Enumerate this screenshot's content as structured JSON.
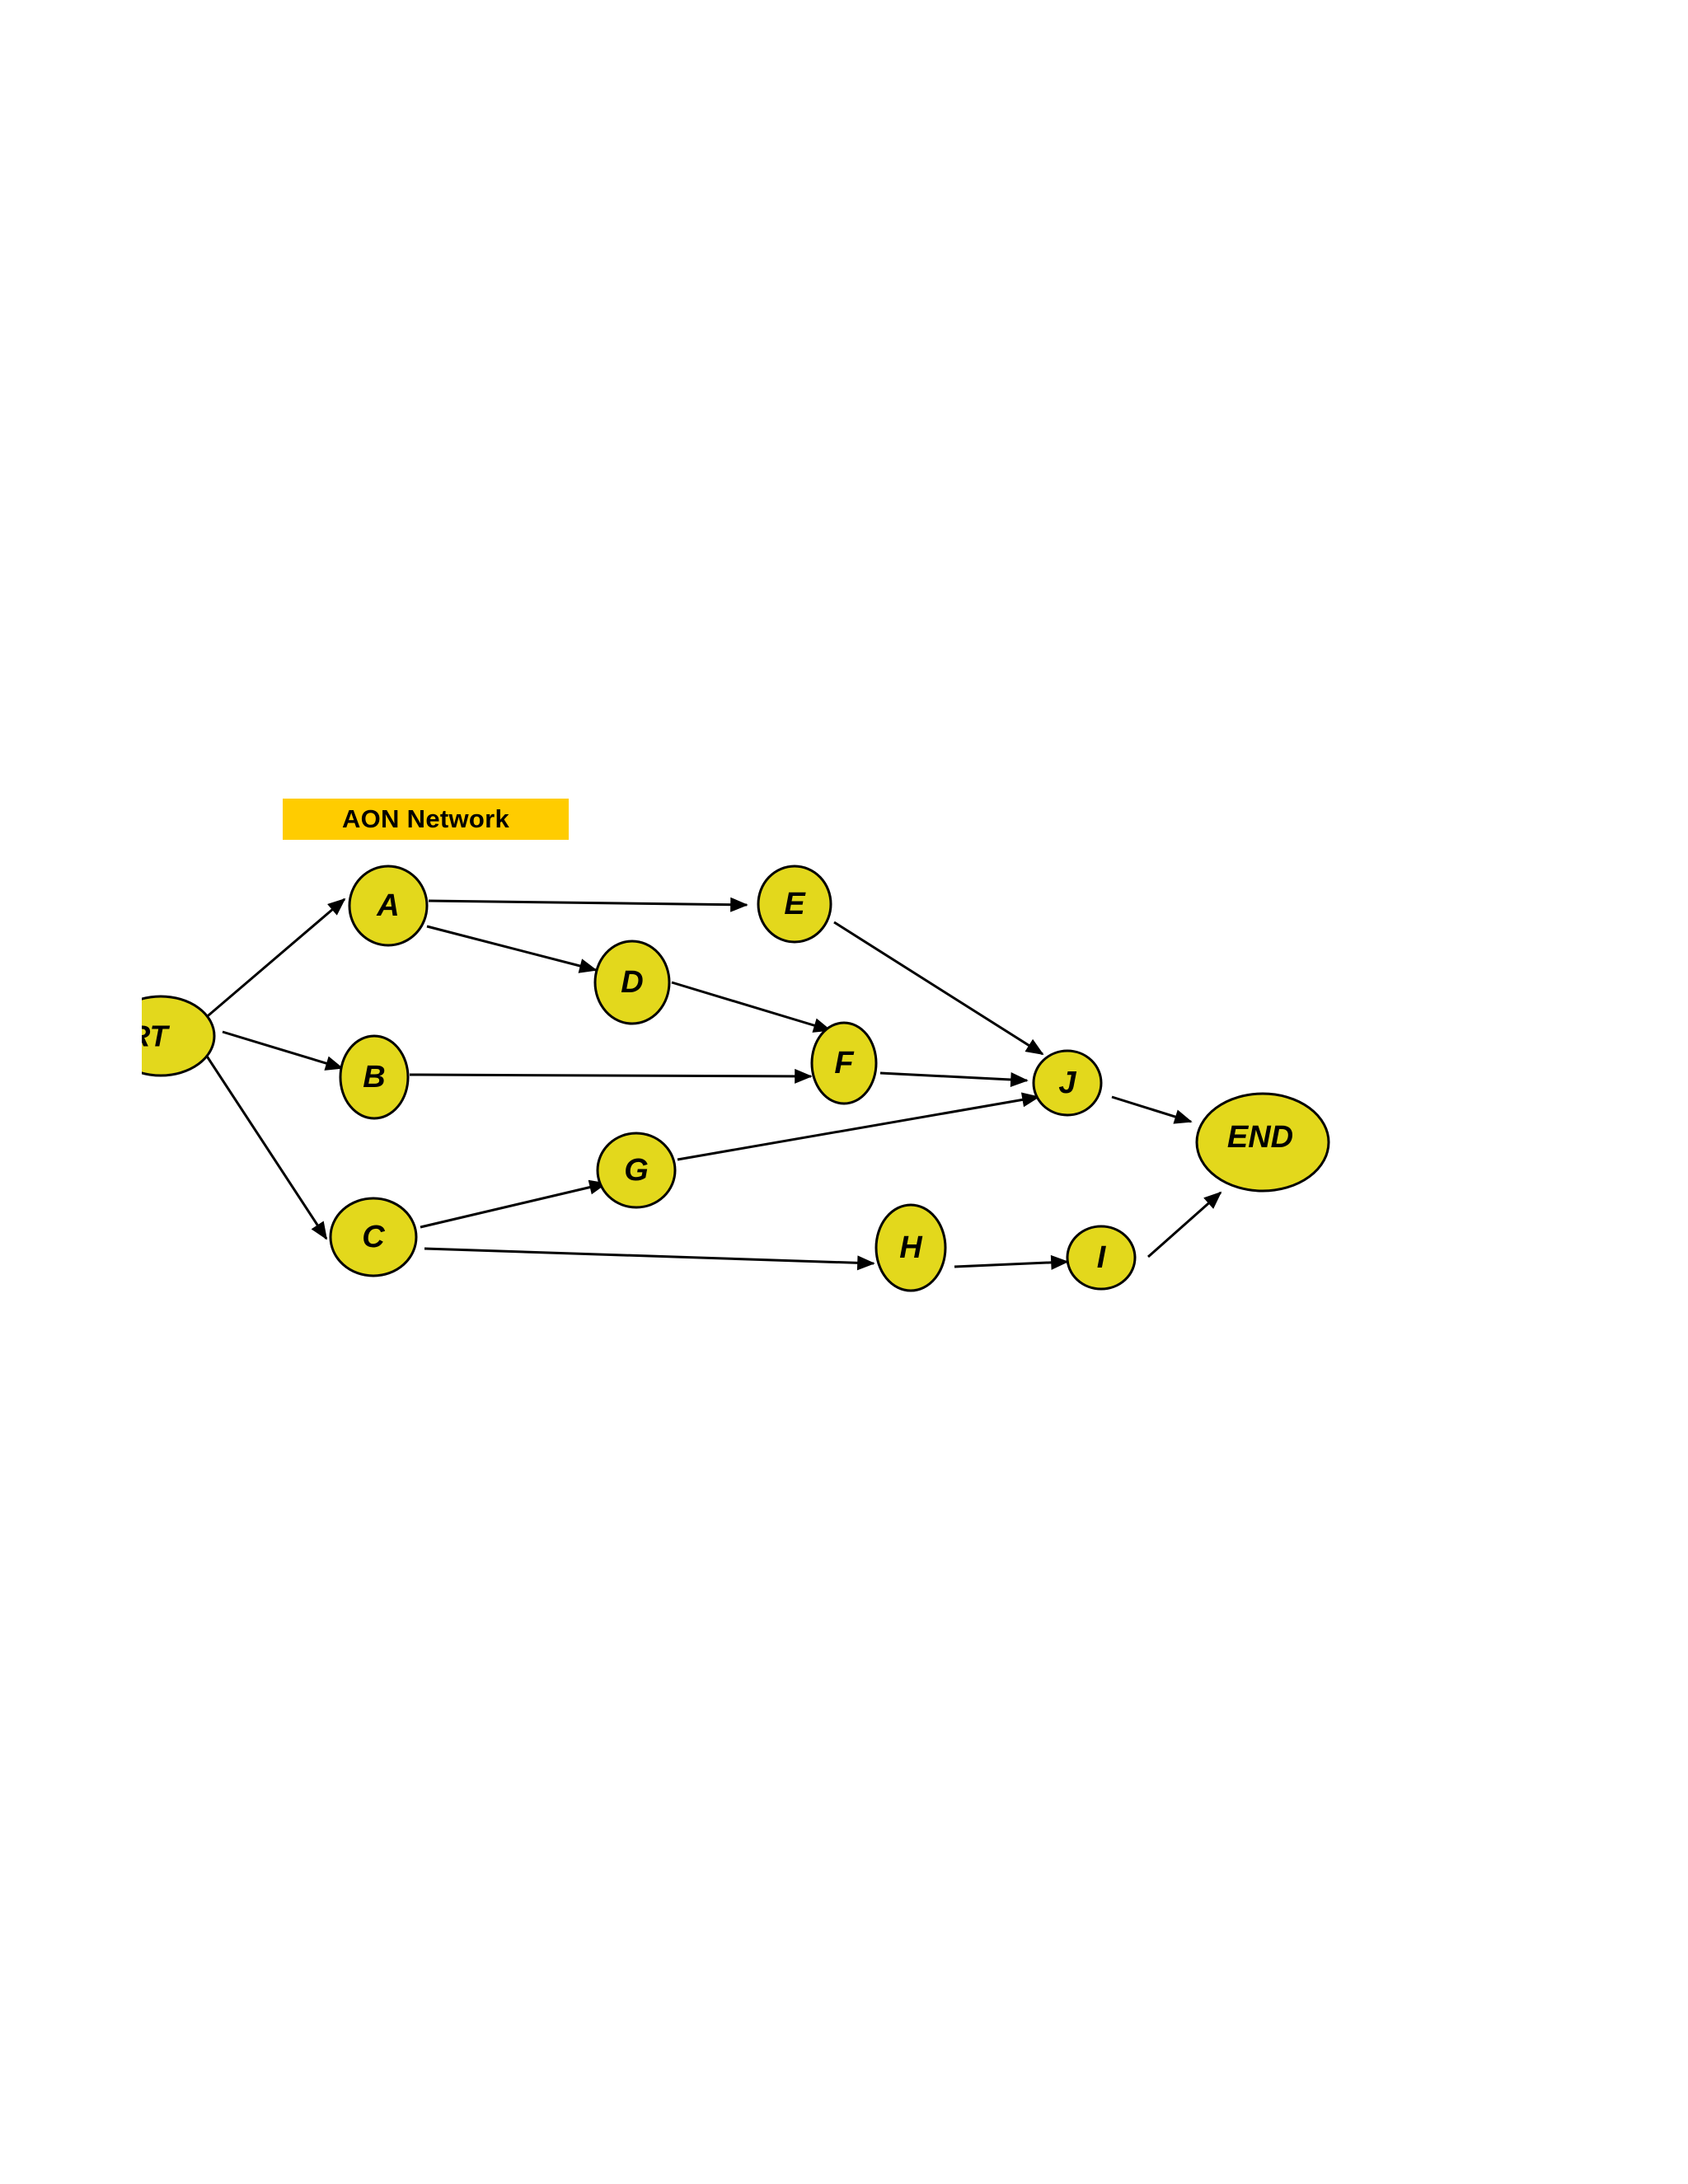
{
  "title": "AON Network",
  "colors": {
    "banner": "#ffcc00",
    "node_fill": "#e3d81c",
    "node_stroke": "#000000",
    "edge": "#000000"
  },
  "nodes": [
    {
      "id": "START",
      "label": "RT"
    },
    {
      "id": "A",
      "label": "A"
    },
    {
      "id": "B",
      "label": "B"
    },
    {
      "id": "C",
      "label": "C"
    },
    {
      "id": "D",
      "label": "D"
    },
    {
      "id": "E",
      "label": "E"
    },
    {
      "id": "F",
      "label": "F"
    },
    {
      "id": "G",
      "label": "G"
    },
    {
      "id": "H",
      "label": "H"
    },
    {
      "id": "I",
      "label": "I"
    },
    {
      "id": "J",
      "label": "J"
    },
    {
      "id": "END",
      "label": "END"
    }
  ],
  "edges": [
    {
      "from": "START",
      "to": "A"
    },
    {
      "from": "START",
      "to": "B"
    },
    {
      "from": "START",
      "to": "C"
    },
    {
      "from": "A",
      "to": "E"
    },
    {
      "from": "A",
      "to": "D"
    },
    {
      "from": "D",
      "to": "F"
    },
    {
      "from": "B",
      "to": "F"
    },
    {
      "from": "E",
      "to": "J"
    },
    {
      "from": "F",
      "to": "J"
    },
    {
      "from": "C",
      "to": "G"
    },
    {
      "from": "G",
      "to": "J"
    },
    {
      "from": "C",
      "to": "H"
    },
    {
      "from": "H",
      "to": "I"
    },
    {
      "from": "J",
      "to": "END"
    },
    {
      "from": "I",
      "to": "END"
    }
  ]
}
